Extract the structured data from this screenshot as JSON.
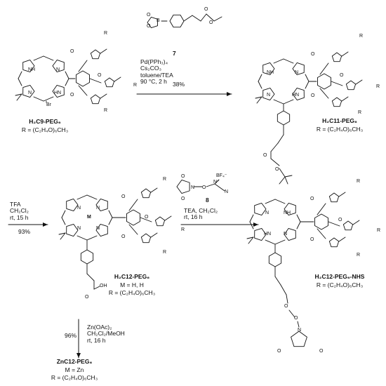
{
  "step1": {
    "reagent_number": "7",
    "conditions": [
      "Pd(PPh₃)₄",
      "Cs₂CO₃",
      "toluene/TEA",
      "90 °C, 2 h"
    ],
    "yield": "38%"
  },
  "step2": {
    "conditions": [
      "TFA",
      "CH₂Cl₂",
      "rt, 15 h"
    ],
    "yield": "93%"
  },
  "step3": {
    "reagent_number": "8",
    "conditions": [
      "TEA, CH₂Cl₂",
      "rt, 16 h"
    ]
  },
  "step4": {
    "conditions": [
      "Zn(OAc)₂",
      "CH₂Cl₂/MeOH",
      "rt, 16 h"
    ],
    "yield": "96%"
  },
  "compounds": {
    "start": {
      "name": "H₂C9-PEG₆",
      "line2": "R = (C₂H₄O)₆CH₃"
    },
    "product1": {
      "name": "H₂C11-PEG₆",
      "line2": "R = (C₂H₄O)₆CH₃"
    },
    "acid": {
      "name": "H₂C12-PEG₆",
      "line2": "M = H, H",
      "line3": "R = (C₂H₄O)₆CH₃"
    },
    "nhs": {
      "name": "H₂C12-PEG₆-NHS",
      "line2": "R = (C₂H₄O)₆CH₃"
    },
    "zinc": {
      "name": "ZnC12-PEG₆",
      "line2": "M = Zn",
      "line3": "R = (C₂H₄O)₆CH₃"
    }
  },
  "atom_labels": {
    "nh": "NH",
    "n": "N",
    "hn": "HN",
    "br": "Br",
    "o": "O",
    "b": "B",
    "r": "R",
    "m": "M",
    "oh": "OH",
    "bf4": "BF₄⁻",
    "nplus": "N⁺"
  }
}
